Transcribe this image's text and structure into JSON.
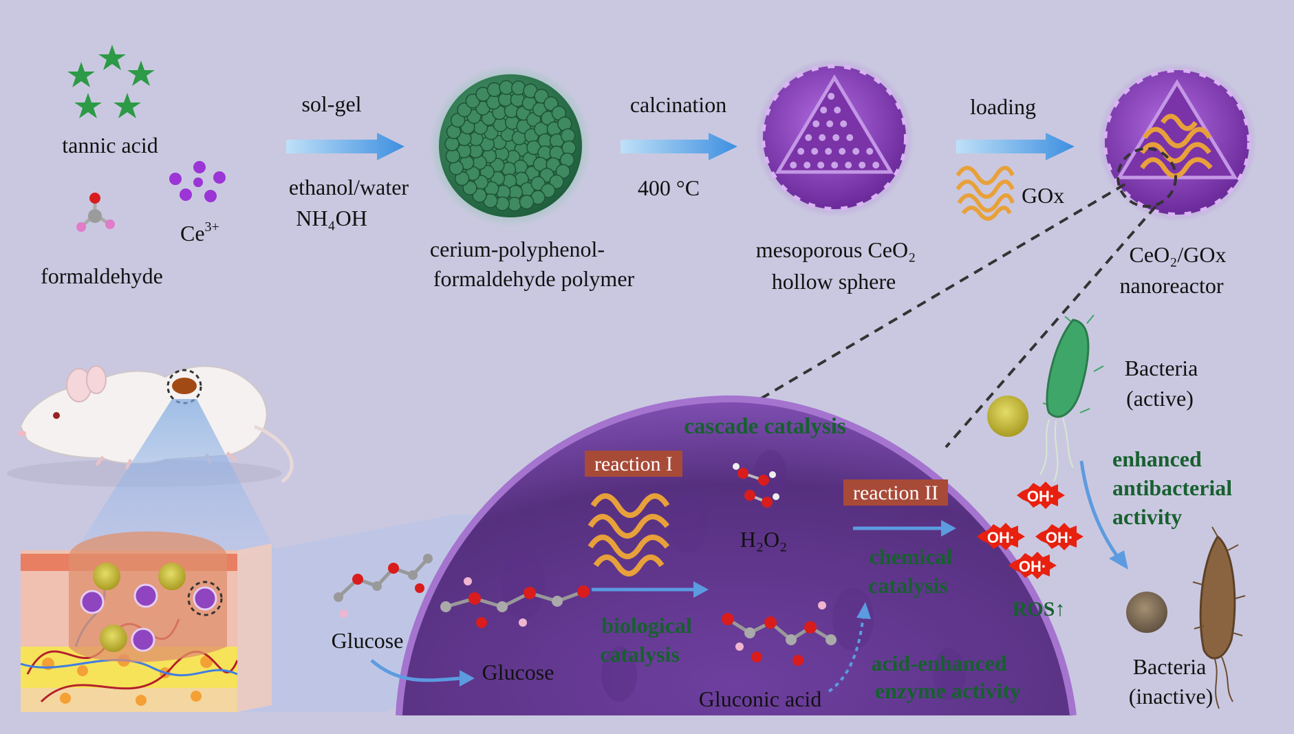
{
  "colors": {
    "background": "#cac8e0",
    "arrow": "#4c9be0",
    "polymer_green": "#2f7d55",
    "ceo2_purple": "#8f45bf",
    "enzyme_orange": "#e8a13a",
    "oxygen_red": "#d91d1d",
    "reaction_box": "#a84a38",
    "green_text": "#17602f",
    "ros_red": "#e8200f"
  },
  "synthesis": {
    "tannic_acid": "tannic acid",
    "formaldehyde": "formaldehyde",
    "ce_ion": "Ce",
    "ce_charge": "3+",
    "step1_top": "sol-gel",
    "step1_bottom1": "ethanol/water",
    "step1_bottom2": "NH₄OH",
    "polymer_line1": "cerium-polyphenol-",
    "polymer_line2": "formaldehyde polymer",
    "step2_top": "calcination",
    "step2_bottom": "400 °C",
    "sphere_line1": "mesoporous CeO₂",
    "sphere_line2": "hollow sphere",
    "step3_top": "loading",
    "enzyme": "GOx",
    "reactor_line1": "CeO₂/GOx",
    "reactor_line2": "nanoreactor"
  },
  "mechanism": {
    "cascade": "cascade catalysis",
    "reaction1": "reaction I",
    "reaction2": "reaction II",
    "h2o2": "H₂O₂",
    "glucose_outside": "Glucose",
    "glucose_inside": "Glucose",
    "biological_line1": "biological",
    "biological_line2": "catalysis",
    "chemical_line1": "chemical",
    "chemical_line2": "catalysis",
    "gluconic": "Gluconic acid",
    "acid_line1": "acid-enhanced",
    "acid_line2": "enzyme activity",
    "oh": "OH·",
    "ros": "ROS↑"
  },
  "bacteria": {
    "active_line1": "Bacteria",
    "active_line2": "(active)",
    "effect_line1": "enhanced",
    "effect_line2": "antibacterial",
    "effect_line3": "activity",
    "inactive_line1": "Bacteria",
    "inactive_line2": "(inactive)"
  }
}
